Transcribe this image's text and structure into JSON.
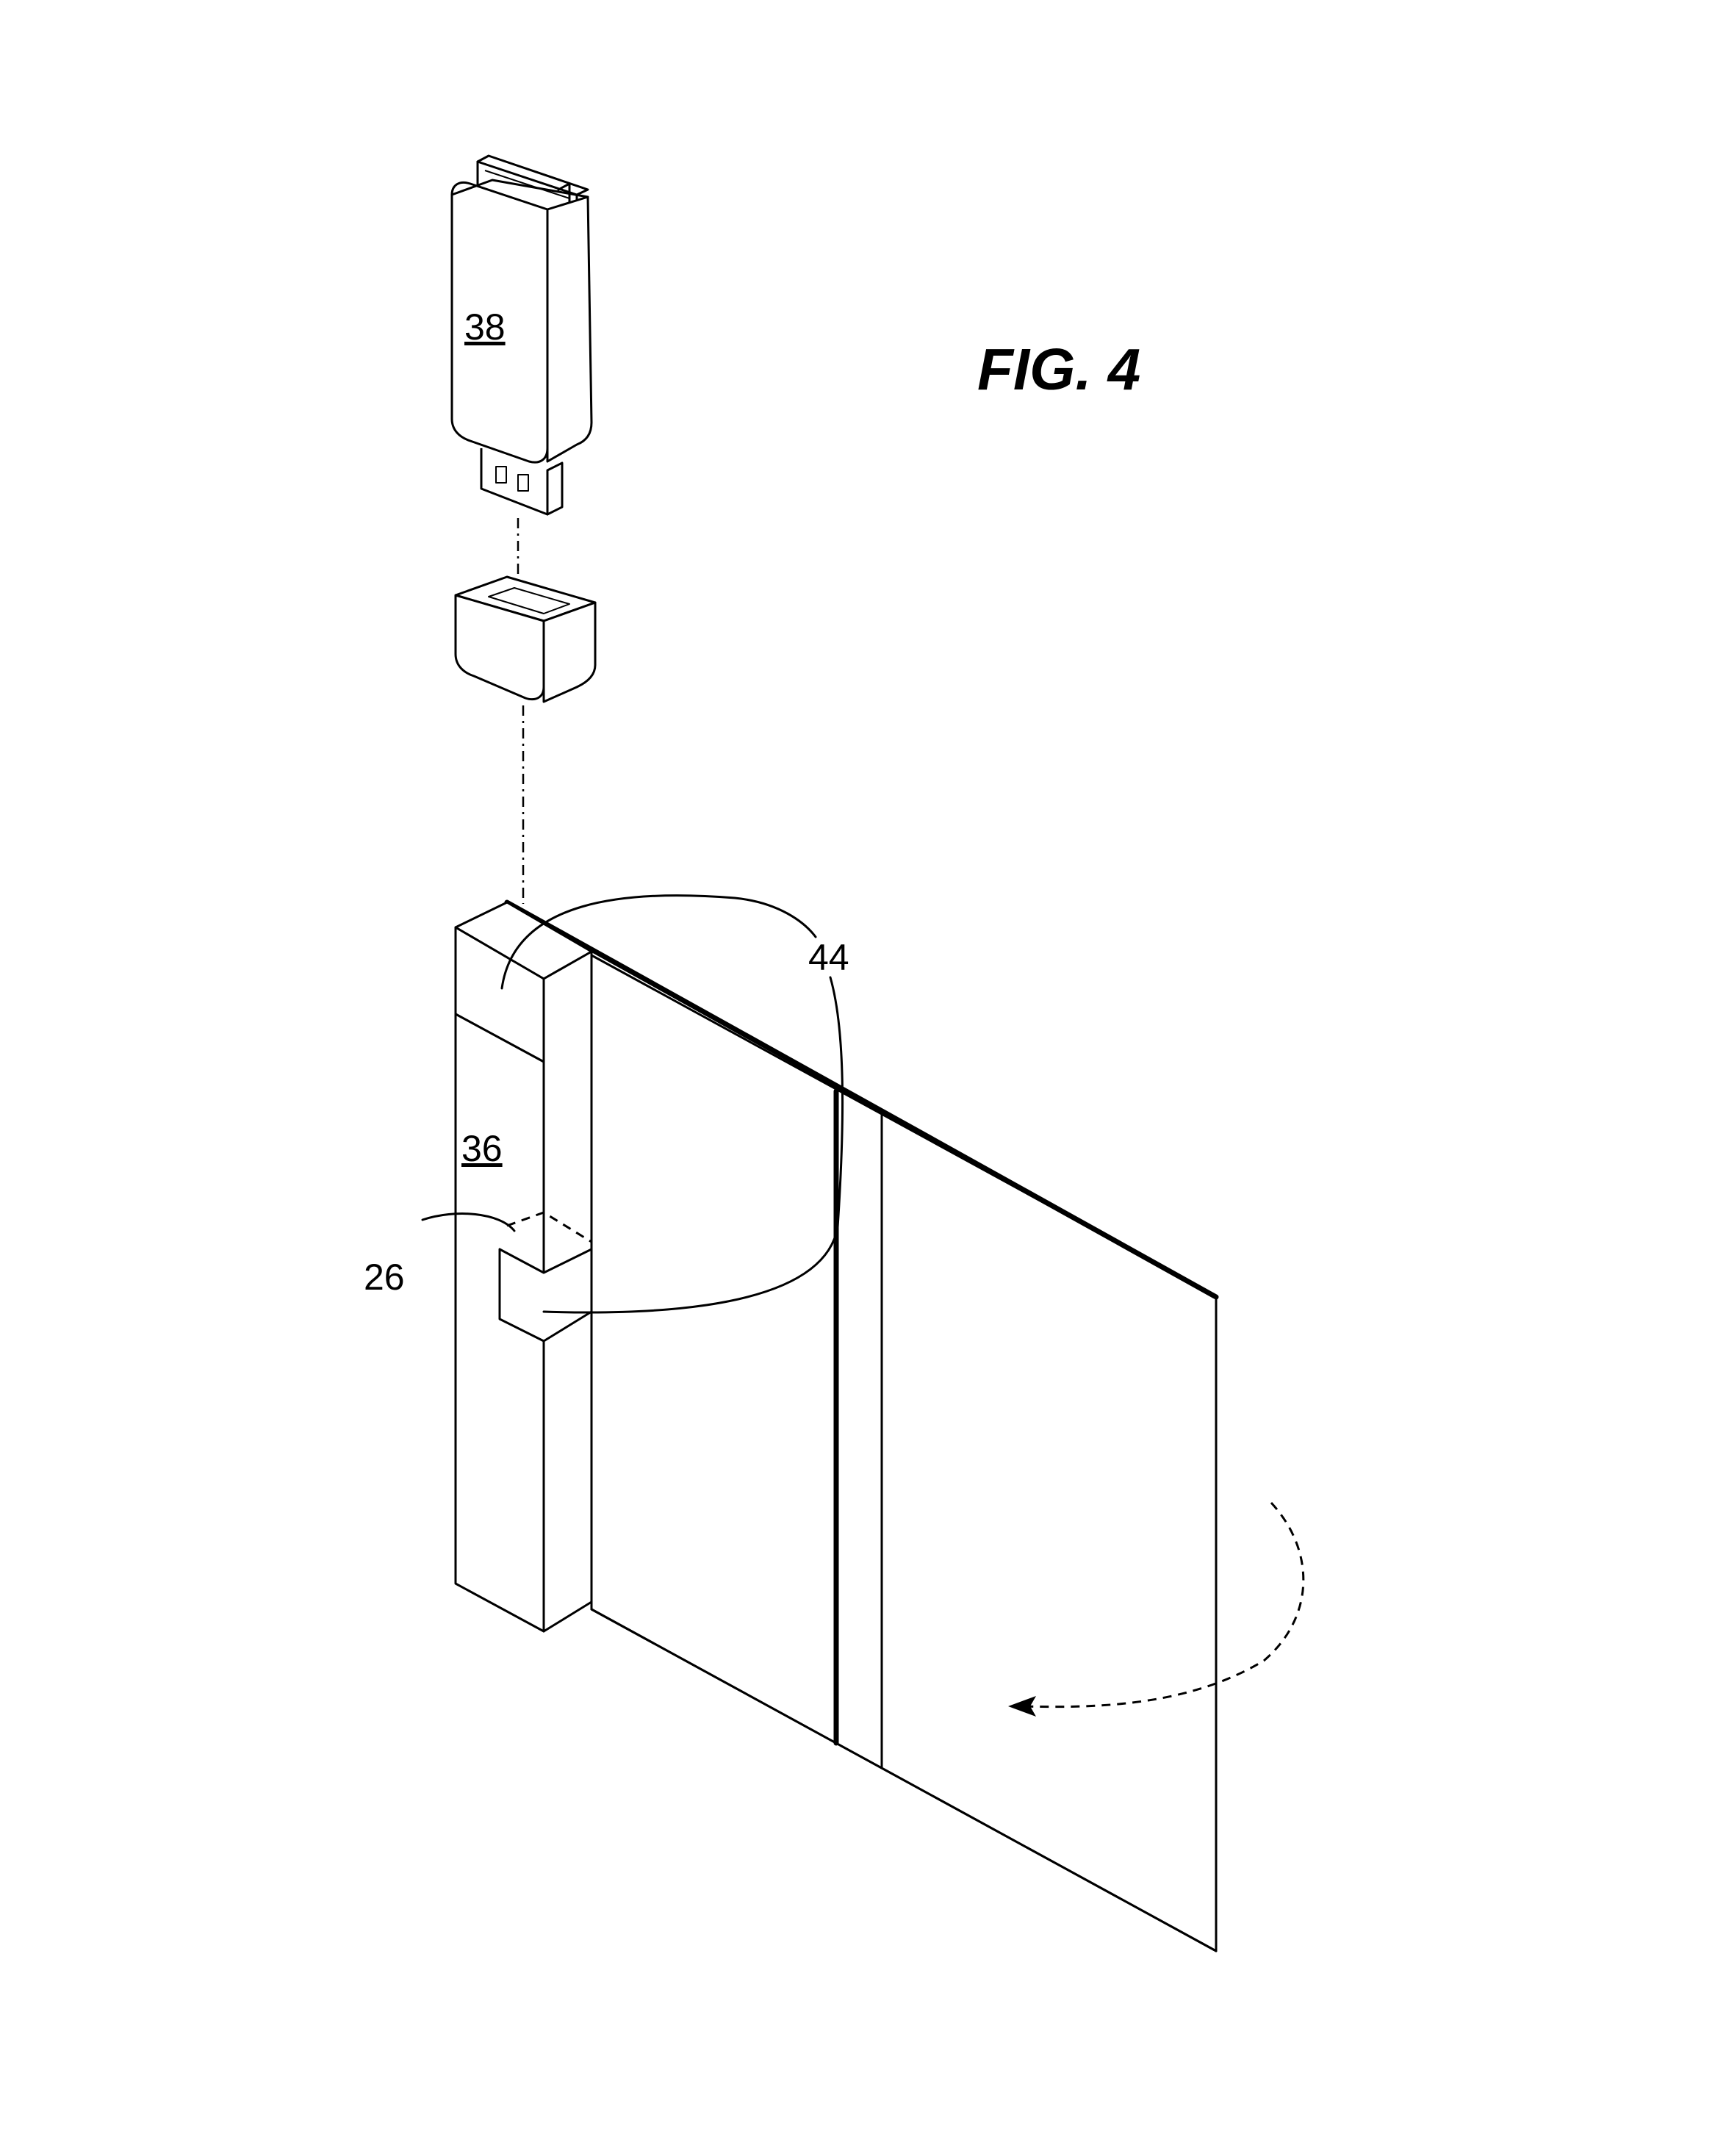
{
  "figure": {
    "title": "FIG. 4",
    "labels": {
      "usb_drive": "38",
      "adapter_housing": "36",
      "recess": "26",
      "hinge": "44"
    }
  }
}
